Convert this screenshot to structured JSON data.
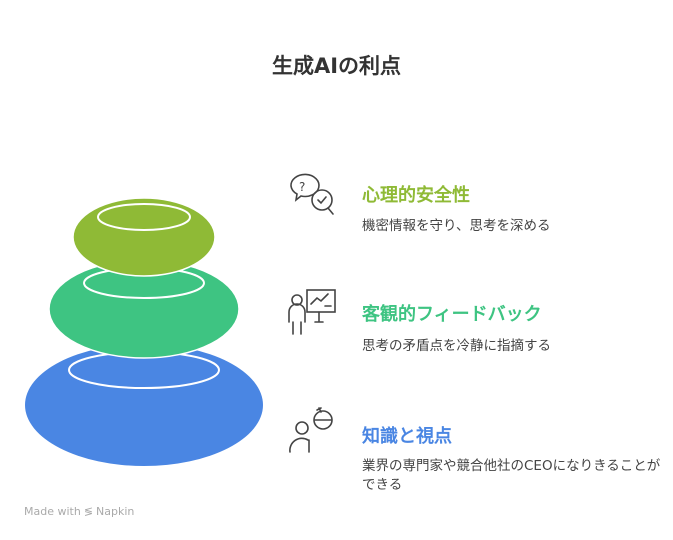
{
  "title": "生成AIの利点",
  "colors": {
    "layer1": "#8fba36",
    "layer2": "#3ec482",
    "layer3": "#4a86e3"
  },
  "items": [
    {
      "heading": "心理的安全性",
      "description": "機密情報を守り、思考を深める",
      "icon": "question-check-chat-icon",
      "color": "#8fba36"
    },
    {
      "heading": "客観的フィードバック",
      "description": "思考の矛盾点を冷静に指摘する",
      "icon": "presenter-chart-icon",
      "color": "#3ec482"
    },
    {
      "heading": "知識と視点",
      "description": "業界の専門家や競合他社のCEOになりきることができる",
      "icon": "person-perspective-icon",
      "color": "#4a86e3"
    }
  ],
  "footer": {
    "made_with": "Made with",
    "brand": "Napkin"
  }
}
